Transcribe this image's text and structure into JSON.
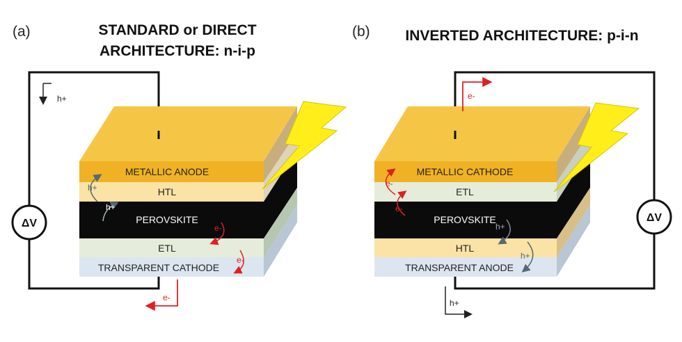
{
  "panel_a": {
    "letter": "(a)",
    "title_line1": "STANDARD or DIRECT",
    "title_line2": "ARCHITECTURE: n-i-p",
    "layers": [
      "METALLIC ANODE",
      "HTL",
      "PEROVSKITE",
      "ETL",
      "TRANSPARENT CATHODE"
    ],
    "hole_label": "h+",
    "electron_label": "e-",
    "voltage_label": "ΔV"
  },
  "panel_b": {
    "letter": "(b)",
    "title": "INVERTED ARCHITECTURE: p-i-n",
    "layers": [
      "METALLIC CATHODE",
      "ETL",
      "PEROVSKITE",
      "HTL",
      "TRANSPARENT ANODE"
    ],
    "hole_label": "h+",
    "electron_label": "e-",
    "voltage_label": "ΔV"
  },
  "colors": {
    "metal_gold": "#f0b224",
    "metal_top": "#f5c646",
    "light_yellow": "#fae3a4",
    "perovskite": "#0b0b0b",
    "light_green": "#e5edda",
    "light_blue": "#dce6f0",
    "electron_red": "#e02020",
    "hole_grey": "#556a72",
    "lightning": "#ffee1a"
  }
}
